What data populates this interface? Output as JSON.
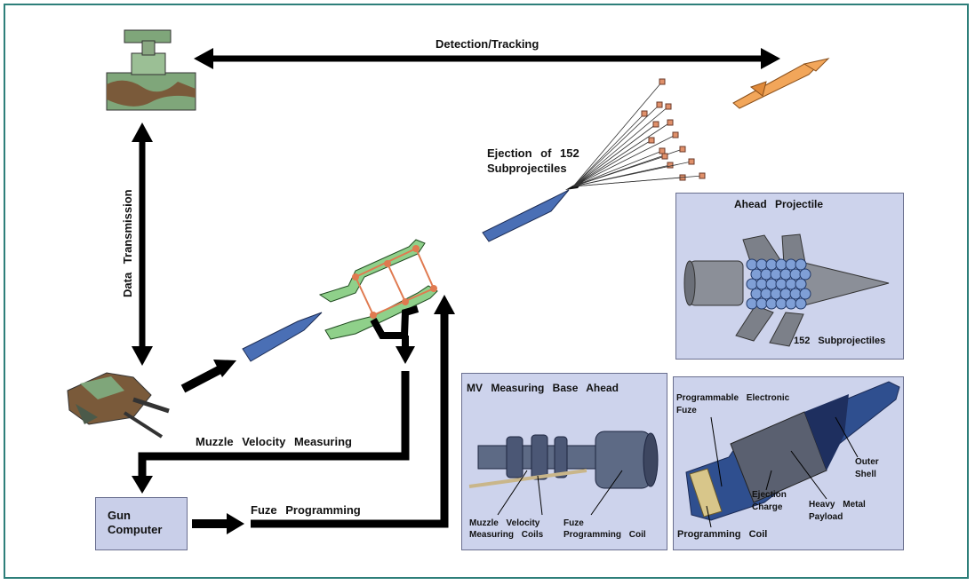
{
  "labels": {
    "detection_tracking": "Detection/Tracking",
    "data_transmission": "Data Transmission",
    "ejection_line1": "Ejection of 152",
    "ejection_line2": "Subprojectiles",
    "muzzle_velocity_measuring": "Muzzle Velocity Measuring",
    "fuze_programming": "Fuze Programming",
    "gun_computer_line1": "Gun",
    "gun_computer_line2": "Computer"
  },
  "panels": {
    "ahead_projectile": {
      "title": "Ahead Projectile",
      "subprojectiles_label": "152 Subprojectiles"
    },
    "mv_measuring": {
      "title": "MV Measuring Base Ahead",
      "coils_line1": "Muzzle Velocity",
      "coils_line2": "Measuring Coils",
      "fuze_coil_line1": "Fuze",
      "fuze_coil_line2": "Programming Coil"
    },
    "cutaway": {
      "fuze_line1": "Programmable Electronic",
      "fuze_line2": "Fuze",
      "ejection_charge_line1": "Ejection",
      "ejection_charge_line2": "Charge",
      "payload_line1": "Heavy Metal",
      "payload_line2": "Payload",
      "outer_shell_line1": "Outer",
      "outer_shell_line2": "Shell",
      "programming_coil": "Programming Coil"
    }
  },
  "colors": {
    "frame": "#2e7f7a",
    "panel_bg": "#cdd3ec",
    "projectile_blue": "#4a6fb5",
    "missile_orange": "#f2a65a",
    "muzzle_green": "#8fd08a",
    "coil_orange": "#e07a50",
    "camo_green": "#7fa67a",
    "camo_brown": "#7a5a3a"
  },
  "icons": [
    "radar-icon",
    "missile-icon",
    "gun-turret-icon",
    "projectile-icon",
    "muzzle-device-icon",
    "subprojectile-fan-icon"
  ]
}
